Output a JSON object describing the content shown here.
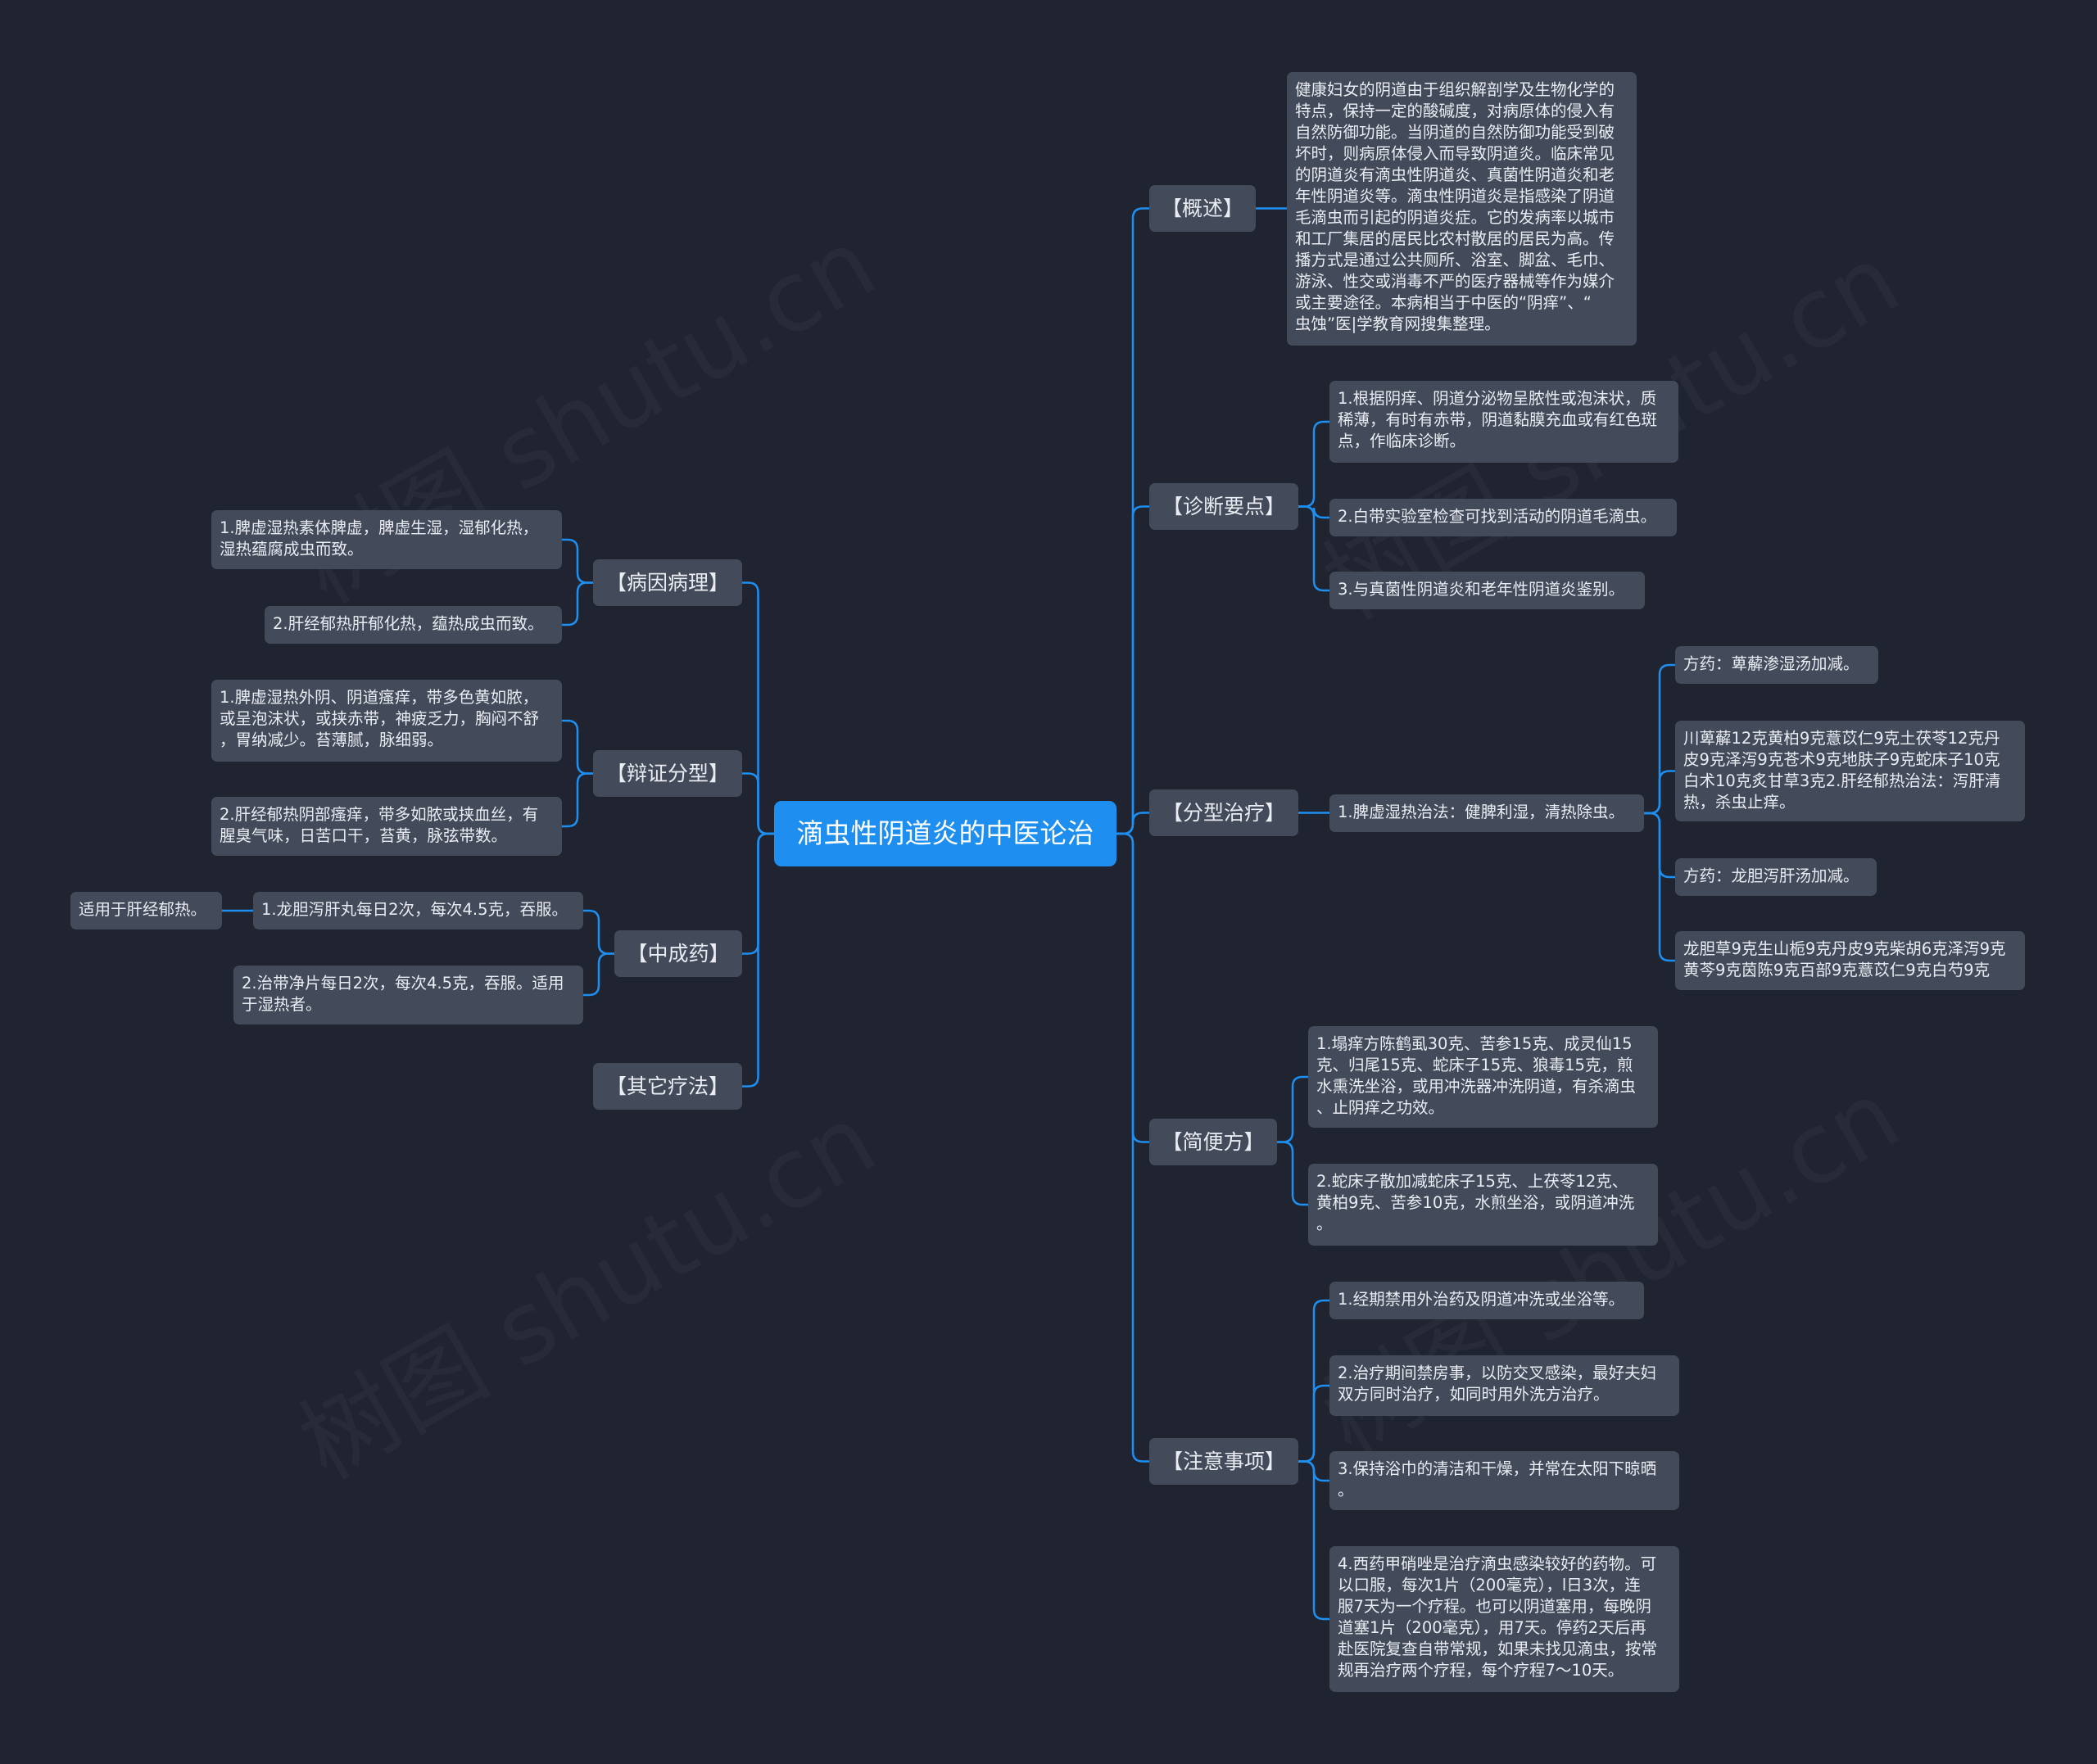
{
  "colors": {
    "background": "#1f2430",
    "node": "#434a59",
    "node_text": "#e9ecf2",
    "root": "#1e8ff0",
    "link": "#1e8ff0"
  },
  "root": {
    "label": "滴虫性阴道炎的中医论治"
  },
  "right": [
    {
      "label": "【概述】",
      "children": [
        {
          "text": "健康妇女的阴道由于组织解剖学及生物化学的\n特点，保持一定的酸碱度，对病原体的侵入有\n自然防御功能。当阴道的自然防御功能受到破\n坏时，则病原体侵入而导致阴道炎。临床常见\n的阴道炎有滴虫性阴道炎、真菌性阴道炎和老\n年性阴道炎等。滴虫性阴道炎是指感染了阴道\n毛滴虫而引起的阴道炎症。它的发病率以城市\n和工厂集居的居民比农村散居的居民为高。传\n播方式是通过公共厕所、浴室、脚盆、毛巾、\n游泳、性交或消毒不严的医疗器械等作为媒介\n或主要途径。本病相当于中医的“阴痒”、“\n虫蚀”医|学教育网搜集整理。"
        }
      ]
    },
    {
      "label": "【诊断要点】",
      "children": [
        {
          "text": "1.根据阴痒、阴道分泌物呈脓性或泡沫状，质\n稀薄，有时有赤带，阴道黏膜充血或有红色斑\n点，作临床诊断。"
        },
        {
          "text": "2.白带实验室检查可找到活动的阴道毛滴虫。"
        },
        {
          "text": "3.与真菌性阴道炎和老年性阴道炎鉴别。"
        }
      ]
    },
    {
      "label": "【分型治疗】",
      "children": [
        {
          "text": "1.脾虚湿热治法：健脾利湿，清热除虫。",
          "children": [
            {
              "text": "方药：萆薢渗湿汤加减。"
            },
            {
              "text": "川萆薢12克黄柏9克薏苡仁9克土茯苓12克丹\n皮9克泽泻9克苍术9克地肤子9克蛇床子10克\n白术10克炙甘草3克2.肝经郁热治法：泻肝清\n热，杀虫止痒。"
            },
            {
              "text": "方药：龙胆泻肝汤加减。"
            },
            {
              "text": "龙胆草9克生山栀9克丹皮9克柴胡6克泽泻9克\n黄芩9克茵陈9克百部9克薏苡仁9克白芍9克"
            }
          ]
        }
      ]
    },
    {
      "label": "【简便方】",
      "children": [
        {
          "text": "1.塌痒方陈鹤虱30克、苦参15克、成灵仙15\n克、归尾15克、蛇床子15克、狼毒15克，煎\n水熏洗坐浴，或用冲洗器冲洗阴道，有杀滴虫\n、止阴痒之功效。"
        },
        {
          "text": "2.蛇床子散加减蛇床子15克、上茯苓12克、\n黄柏9克、苦参10克，水煎坐浴，或阴道冲洗\n。"
        }
      ]
    },
    {
      "label": "【注意事项】",
      "children": [
        {
          "text": "1.经期禁用外治药及阴道冲洗或坐浴等。"
        },
        {
          "text": "2.治疗期间禁房事，以防交叉感染，最好夫妇\n双方同时治疗，如同时用外洗方治疗。"
        },
        {
          "text": "3.保持浴巾的清洁和干燥，并常在太阳下晾晒\n。"
        },
        {
          "text": "4.西药甲硝唑是治疗滴虫感染较好的药物。可\n以口服，每次1片（200毫克），l日3次，连\n服7天为一个疗程。也可以阴道塞用，每晚阴\n道塞1片（200毫克），用7天。停药2天后再\n赴医院复查自带常规，如果未找见滴虫，按常\n规再治疗两个疗程，每个疗程7～10天。"
        }
      ]
    }
  ],
  "left": [
    {
      "label": "【病因病理】",
      "children": [
        {
          "text": "1.脾虚湿热素体脾虚，脾虚生湿，湿郁化热，\n湿热蕴腐成虫而致。"
        },
        {
          "text": "2.肝经郁热肝郁化热，蕴热成虫而致。"
        }
      ]
    },
    {
      "label": "【辩证分型】",
      "children": [
        {
          "text": "1.脾虚湿热外阴、阴道瘙痒，带多色黄如脓，\n或呈泡沫状，或挟赤带，神疲乏力，胸闷不舒\n，胃纳减少。苔薄腻，脉细弱。"
        },
        {
          "text": "2.肝经郁热阴部瘙痒，带多如脓或挟血丝，有\n腥臭气味，日苦口干，苔黄，脉弦带数。"
        }
      ]
    },
    {
      "label": "【中成药】",
      "children": [
        {
          "text": "1.龙胆泻肝丸每日2次，每次4.5克，吞服。",
          "children": [
            {
              "text": "适用于肝经郁热。"
            }
          ]
        },
        {
          "text": "2.治带净片每日2次，每次4.5克，吞服。适用\n于湿热者。"
        }
      ]
    },
    {
      "label": "【其它疗法】",
      "children": []
    }
  ],
  "watermark": "树图 shutu.cn"
}
